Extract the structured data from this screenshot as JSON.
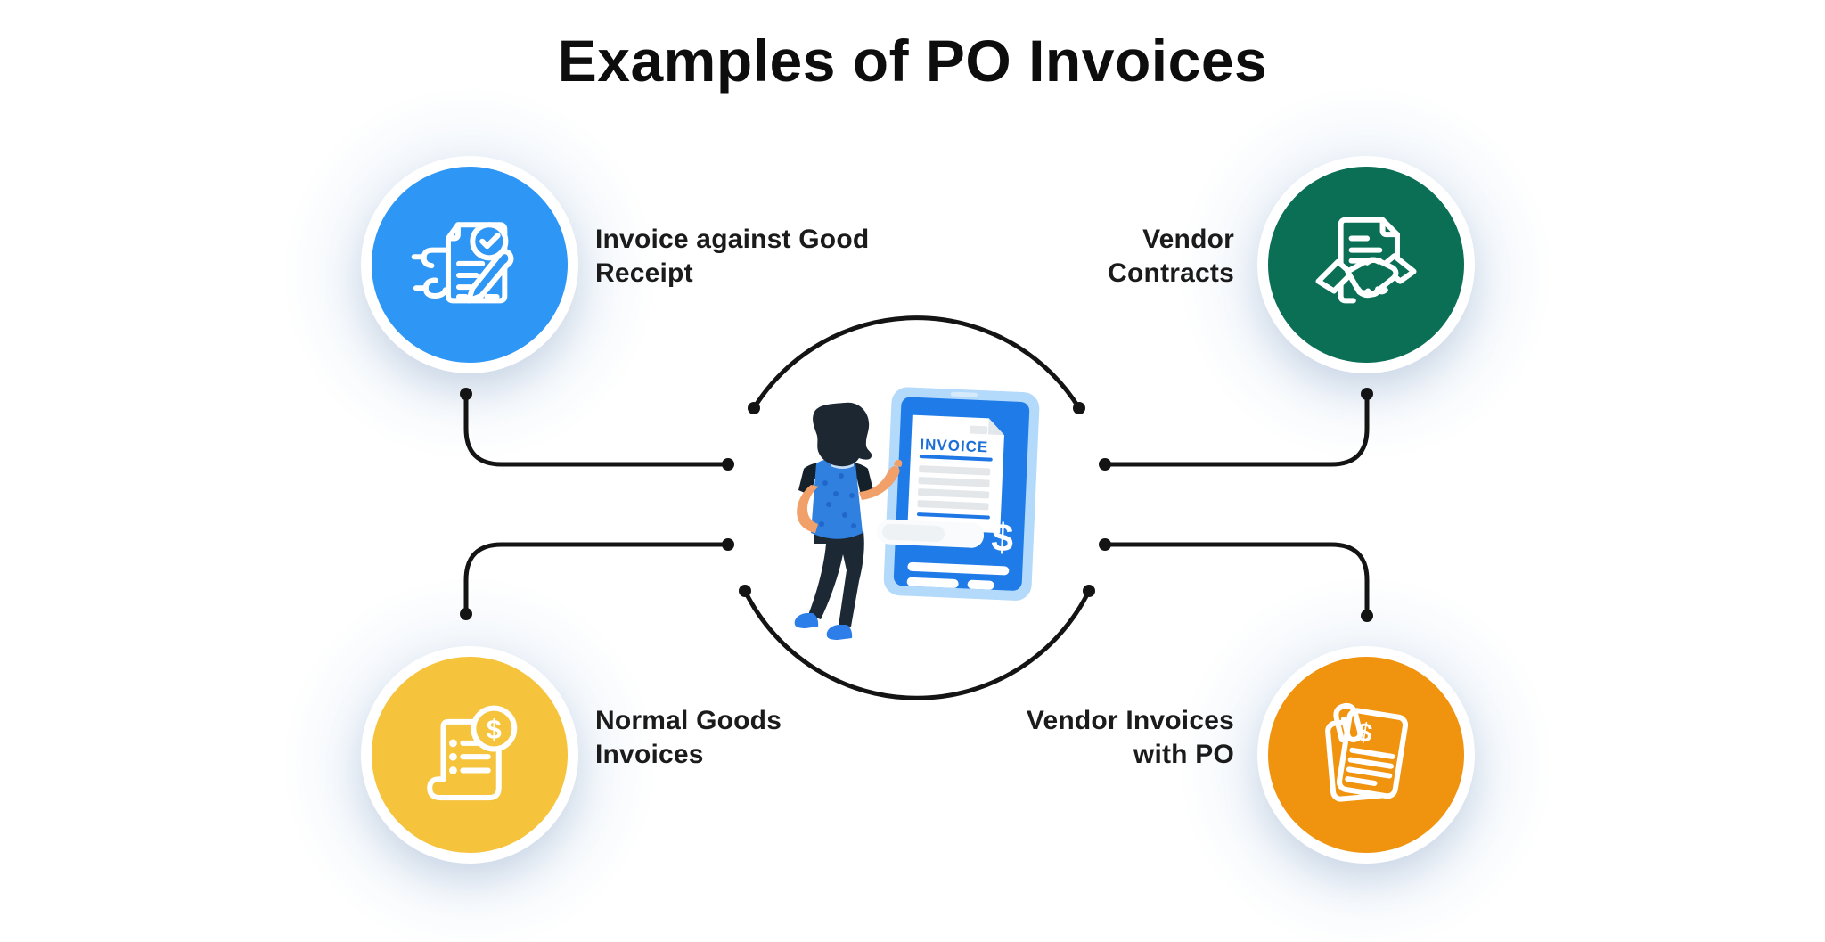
{
  "title": "Examples of PO Invoices",
  "nodes": [
    {
      "position": "top-left",
      "color": "#2E96F5",
      "icon": "document-check-pen-icon",
      "label_line1": "Invoice against Good",
      "label_line2": "Receipt"
    },
    {
      "position": "top-right",
      "color": "#0A6F55",
      "icon": "contract-handshake-icon",
      "label_line1": "Vendor",
      "label_line2": "Contracts"
    },
    {
      "position": "bottom-left",
      "color": "#F6C33C",
      "icon": "receipt-dollar-icon",
      "label_line1": "Normal Goods",
      "label_line2": "Invoices"
    },
    {
      "position": "bottom-right",
      "color": "#F0930F",
      "icon": "documents-paperclip-dollar-icon",
      "label_line1": "Vendor Invoices",
      "label_line2": "with PO"
    }
  ],
  "center_illustration": {
    "invoice_heading": "INVOICE",
    "currency_symbol": "$",
    "description": "woman-looking-at-invoice-scroll-on-phone"
  },
  "glyphs": {
    "dollar": "$"
  },
  "colors": {
    "connector_line": "#141414",
    "background": "#FFFFFF",
    "title_text": "#0D0D0D",
    "label_text": "#1B1B1B",
    "phone_screen_blue": "#1E7BE8",
    "phone_frame_blue": "#B3D9FB",
    "invoice_text_blue": "#1B6FD6"
  }
}
